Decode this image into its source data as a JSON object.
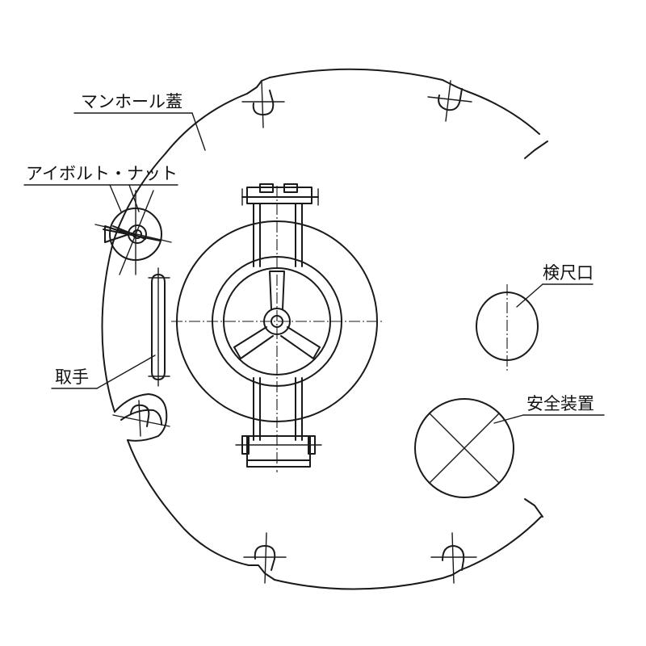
{
  "labels": {
    "manhole_cover": "マンホール蓋",
    "eye_bolt_nut": "アイボルト・ナット",
    "handle": "取手",
    "gauge_port": "検尺口",
    "safety_device": "安全装置"
  }
}
